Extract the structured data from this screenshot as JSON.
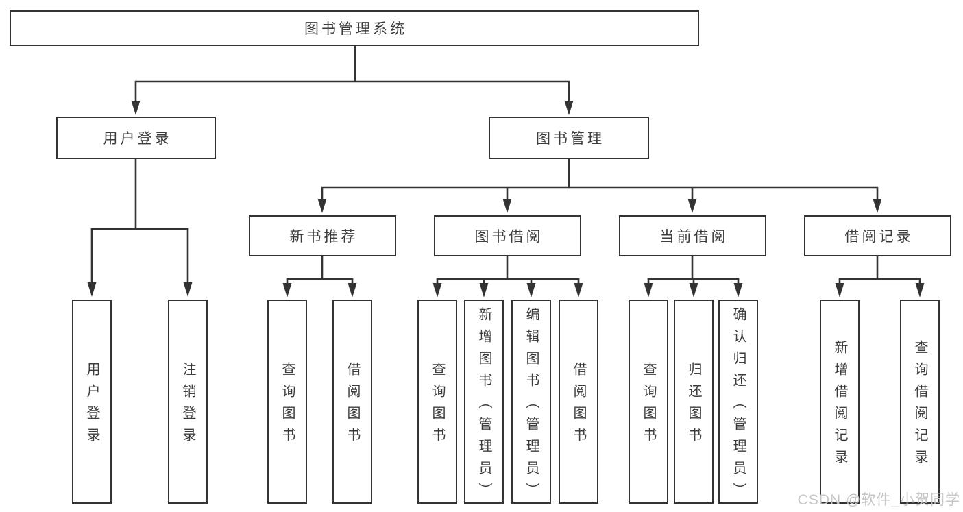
{
  "diagram": {
    "type": "hierarchy-tree",
    "title": "图书管理系统"
  },
  "nodes": {
    "root": {
      "label": "图书管理系统"
    },
    "user_login": {
      "label": "用户登录"
    },
    "book_mgmt": {
      "label": "图书管理"
    },
    "login": {
      "label": "用户登录"
    },
    "logout": {
      "label": "注销登录"
    },
    "new_book_rec": {
      "label": "新书推荐"
    },
    "book_borrow": {
      "label": "图书借阅"
    },
    "current_borrow": {
      "label": "当前借阅"
    },
    "borrow_records": {
      "label": "借阅记录"
    },
    "nb_query": {
      "label": "查询图书"
    },
    "nb_borrow": {
      "label": "借阅图书"
    },
    "bb_query": {
      "label": "查询图书"
    },
    "bb_add": {
      "label": "新增图书（管理员）"
    },
    "bb_edit": {
      "label": "编辑图书（管理员）"
    },
    "bb_borrow": {
      "label": "借阅图书"
    },
    "cb_query": {
      "label": "查询图书"
    },
    "cb_return": {
      "label": "归还图书"
    },
    "cb_confirm": {
      "label": "确认归还（管理员）"
    },
    "br_add": {
      "label": "新增借阅记录"
    },
    "br_query": {
      "label": "查询借阅记录"
    }
  },
  "edges": [
    [
      "root",
      "user_login"
    ],
    [
      "root",
      "book_mgmt"
    ],
    [
      "user_login",
      "login"
    ],
    [
      "user_login",
      "logout"
    ],
    [
      "book_mgmt",
      "new_book_rec"
    ],
    [
      "book_mgmt",
      "book_borrow"
    ],
    [
      "book_mgmt",
      "current_borrow"
    ],
    [
      "book_mgmt",
      "borrow_records"
    ],
    [
      "new_book_rec",
      "nb_query"
    ],
    [
      "new_book_rec",
      "nb_borrow"
    ],
    [
      "book_borrow",
      "bb_query"
    ],
    [
      "book_borrow",
      "bb_add"
    ],
    [
      "book_borrow",
      "bb_edit"
    ],
    [
      "book_borrow",
      "bb_borrow"
    ],
    [
      "current_borrow",
      "cb_query"
    ],
    [
      "current_borrow",
      "cb_return"
    ],
    [
      "current_borrow",
      "cb_confirm"
    ],
    [
      "borrow_records",
      "br_add"
    ],
    [
      "borrow_records",
      "br_query"
    ]
  ],
  "watermark": "CSDN @软件_小贺同学",
  "colors": {
    "line": "#333333",
    "text": "#3c3c3c",
    "watermark": "#c6c6c6",
    "background": "#ffffff"
  }
}
